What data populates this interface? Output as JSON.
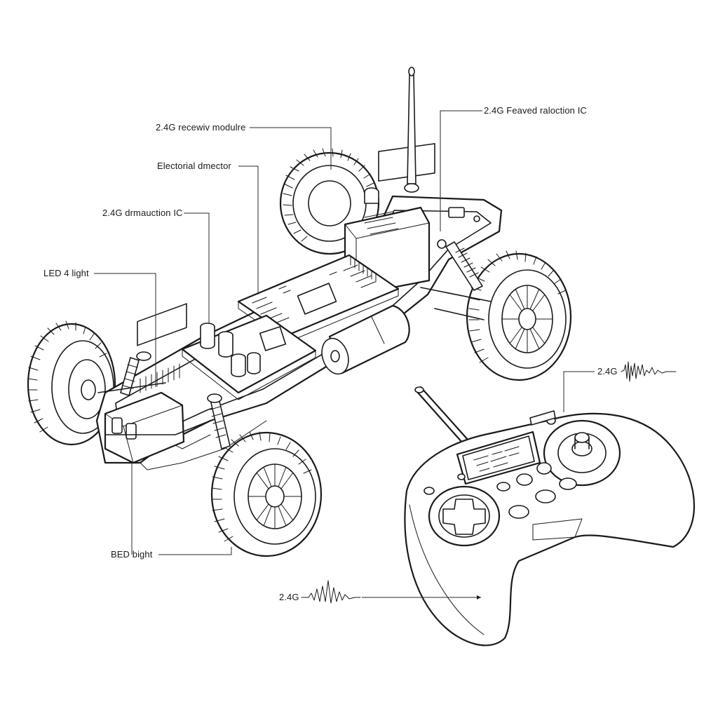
{
  "diagram": {
    "callouts": [
      {
        "id": "receiver",
        "text": "2.4G recewiv modulre"
      },
      {
        "id": "electronic",
        "text": "Electorial dmector"
      },
      {
        "id": "drive-ic",
        "text": "2.4G  drmauction IC"
      },
      {
        "id": "led",
        "text": "LED 4 light"
      },
      {
        "id": "bed",
        "text": "BED bight"
      },
      {
        "id": "feature-ic",
        "text": "2.4G Feaved raloction IC"
      },
      {
        "id": "signal-right",
        "text": "2.4G"
      },
      {
        "id": "signal-bottom",
        "text": "2.4G"
      }
    ],
    "subjects": {
      "vehicle": "rc-car-chassis",
      "controller": "2.4g-remote-controller"
    }
  }
}
